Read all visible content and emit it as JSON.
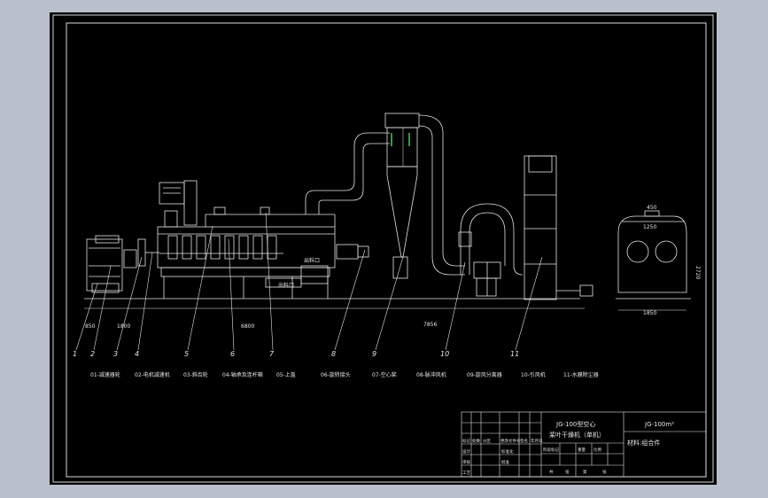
{
  "drawing": {
    "callouts": [
      "1",
      "2",
      "3",
      "4",
      "5",
      "6",
      "7",
      "8",
      "9",
      "10",
      "11"
    ],
    "dimensions": {
      "d850": "850",
      "d1800": "1800",
      "d6800": "6800",
      "d7856": "7856",
      "d1850": "1850",
      "d1250": "1250",
      "d450": "450",
      "d2720": "2720"
    },
    "ports": {
      "outlet1": "出料口",
      "outlet2": "出料口"
    },
    "legend": [
      "01-减速器轮",
      "02-电机减速机",
      "03-斜齿轮",
      "04-轴承及连杆箱",
      "05-上盖",
      "06-旋转接头",
      "07-空心桨",
      "08-脉冲风机",
      "09-旋风分离器",
      "10-引风机",
      "11-水膜除尘器"
    ],
    "title_block": {
      "title_line1": "JG-100型空心",
      "title_line2": "桨叶干燥机（单机）",
      "model": "JG-100m²",
      "material": "材料:组合件",
      "col_labels": [
        "标记",
        "处数",
        "分区",
        "更改文件号",
        "签名",
        "年月日"
      ],
      "row_labels": [
        "设计",
        "审核",
        "工艺"
      ],
      "small_labels": [
        "标准化",
        "批准"
      ],
      "stage_labels": [
        "阶段标记",
        "重量",
        "比例"
      ],
      "sheet_labels": [
        "共",
        "张",
        "第",
        "张"
      ]
    }
  }
}
